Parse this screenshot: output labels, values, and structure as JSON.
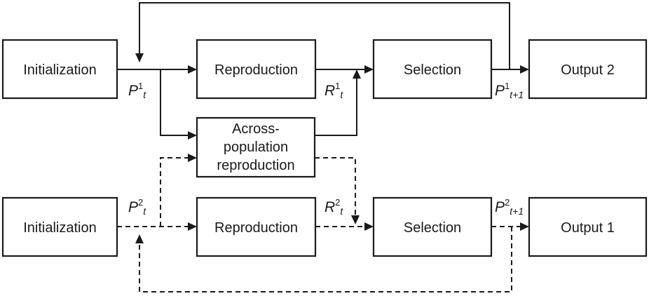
{
  "boxes": {
    "init_top": "Initialization",
    "repro_top": "Reproduction",
    "select_top": "Selection",
    "output_top": "Output 2",
    "across_line1": "Across-",
    "across_line2": "population",
    "across_line3": "reproduction",
    "init_bottom": "Initialization",
    "repro_bottom": "Reproduction",
    "select_bottom": "Selection",
    "output_bottom": "Output 1"
  },
  "labels": {
    "p1t": {
      "base": "P",
      "sup": "1",
      "sub": "t"
    },
    "r1t": {
      "base": "R",
      "sup": "1",
      "sub": "t"
    },
    "p1t1": {
      "base": "P",
      "sup": "1",
      "sub": "t+1"
    },
    "p2t": {
      "base": "P",
      "sup": "2",
      "sub": "t"
    },
    "r2t": {
      "base": "R",
      "sup": "2",
      "sub": "t"
    },
    "p2t1": {
      "base": "P",
      "sup": "2",
      "sub": "t+1"
    }
  }
}
